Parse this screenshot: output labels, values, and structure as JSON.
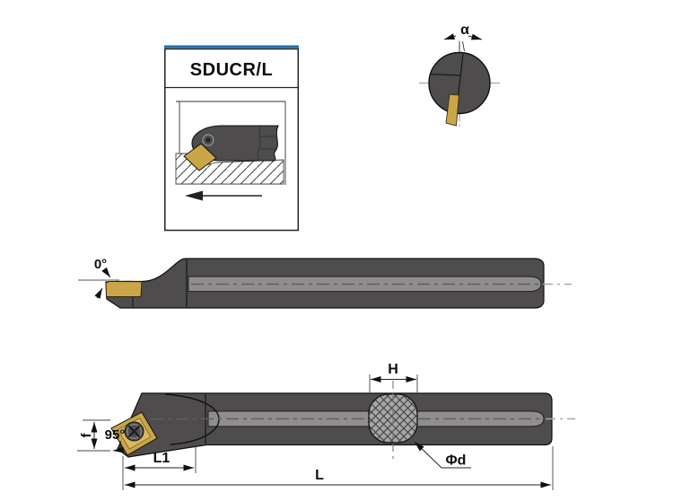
{
  "panel": {
    "title": "SDUCR/L"
  },
  "labels": {
    "clamp_angle": "α",
    "rake_angle": "0°",
    "edge_angle": "95°",
    "tip_offset": "f",
    "head_length": "L1",
    "overall_length": "L",
    "section_width": "H",
    "shank_diameter": "Φd"
  },
  "colors": {
    "steel_dark": "#4e4c4d",
    "steel_light": "#8f8d8e",
    "insert_gold": "#c9a648",
    "insert_gold_light": "#d9ba5e",
    "section_gray": "#a7a5a6",
    "header_blue": "#1e6fae"
  }
}
